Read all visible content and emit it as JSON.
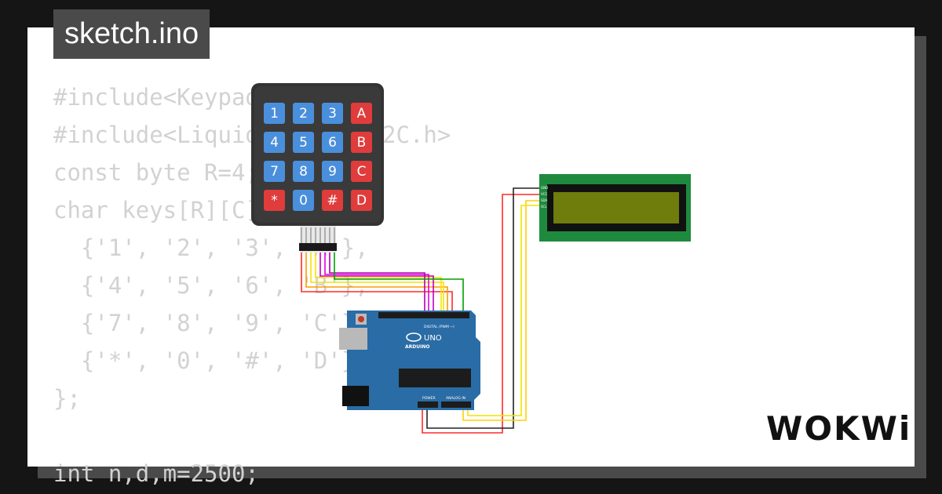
{
  "tab": {
    "title": "sketch.ino"
  },
  "code": {
    "lines": [
      "#include<Keypad.h>",
      "#include<LiquidCrystal_I2C.h>",
      "const byte R=4;",
      "char keys[R][C]={",
      "  {'1', '2', '3', 'A'},",
      "  {'4', '5', '6', 'B'},",
      "  {'7', '8', '9', 'C'},",
      "  {'*', '0', '#', 'D'}",
      "};",
      "",
      "int n,d,m=2500;"
    ]
  },
  "keypad": {
    "keys": [
      "1",
      "2",
      "3",
      "A",
      "4",
      "5",
      "6",
      "B",
      "7",
      "8",
      "9",
      "C",
      "*",
      "0",
      "#",
      "D"
    ],
    "colors": {
      "number": "#4a8fdc",
      "letter": "#e03c3c",
      "body": "#333333"
    }
  },
  "arduino": {
    "model": "UNO",
    "brand": "ARDUINO",
    "labels": {
      "digital": "DIGITAL (PWM ~)",
      "power": "POWER",
      "analog": "ANALOG IN"
    },
    "color": "#2a6ca5"
  },
  "lcd": {
    "pins": [
      "GND",
      "VCC",
      "SDA",
      "SCL"
    ],
    "color": "#1e8a3e",
    "screen": "#6f7d0c"
  },
  "brand": {
    "logo": "WOKWi"
  }
}
